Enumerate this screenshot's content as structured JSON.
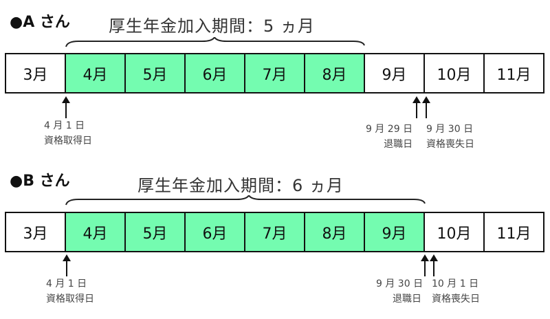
{
  "colors": {
    "active_fill": "#74fcb0",
    "inactive_fill": "#ffffff",
    "border": "#111111"
  },
  "personA": {
    "name": "●A さん",
    "period_label": "厚生年金加入期間：5 ヵ月",
    "months": [
      {
        "label": "3月",
        "active": false
      },
      {
        "label": "4月",
        "active": true
      },
      {
        "label": "5月",
        "active": true
      },
      {
        "label": "6月",
        "active": true
      },
      {
        "label": "7月",
        "active": true
      },
      {
        "label": "8月",
        "active": true
      },
      {
        "label": "9月",
        "active": false
      },
      {
        "label": "10月",
        "active": false
      },
      {
        "label": "11月",
        "active": false
      }
    ],
    "acquisition": {
      "date": "4 月 1 日",
      "label": "資格取得日"
    },
    "retirement": {
      "date": "9 月 29 日",
      "label": "退職日"
    },
    "loss": {
      "date": "9 月 30 日",
      "label": "資格喪失日"
    }
  },
  "personB": {
    "name": "●B さん",
    "period_label": "厚生年金加入期間：6 ヵ月",
    "months": [
      {
        "label": "3月",
        "active": false
      },
      {
        "label": "4月",
        "active": true
      },
      {
        "label": "5月",
        "active": true
      },
      {
        "label": "6月",
        "active": true
      },
      {
        "label": "7月",
        "active": true
      },
      {
        "label": "8月",
        "active": true
      },
      {
        "label": "9月",
        "active": true
      },
      {
        "label": "10月",
        "active": false
      },
      {
        "label": "11月",
        "active": false
      }
    ],
    "acquisition": {
      "date": "4 月 1 日",
      "label": "資格取得日"
    },
    "retirement": {
      "date": "9 月 30 日",
      "label": "退職日"
    },
    "loss": {
      "date": "10 月 1 日",
      "label": "資格喪失日"
    }
  }
}
